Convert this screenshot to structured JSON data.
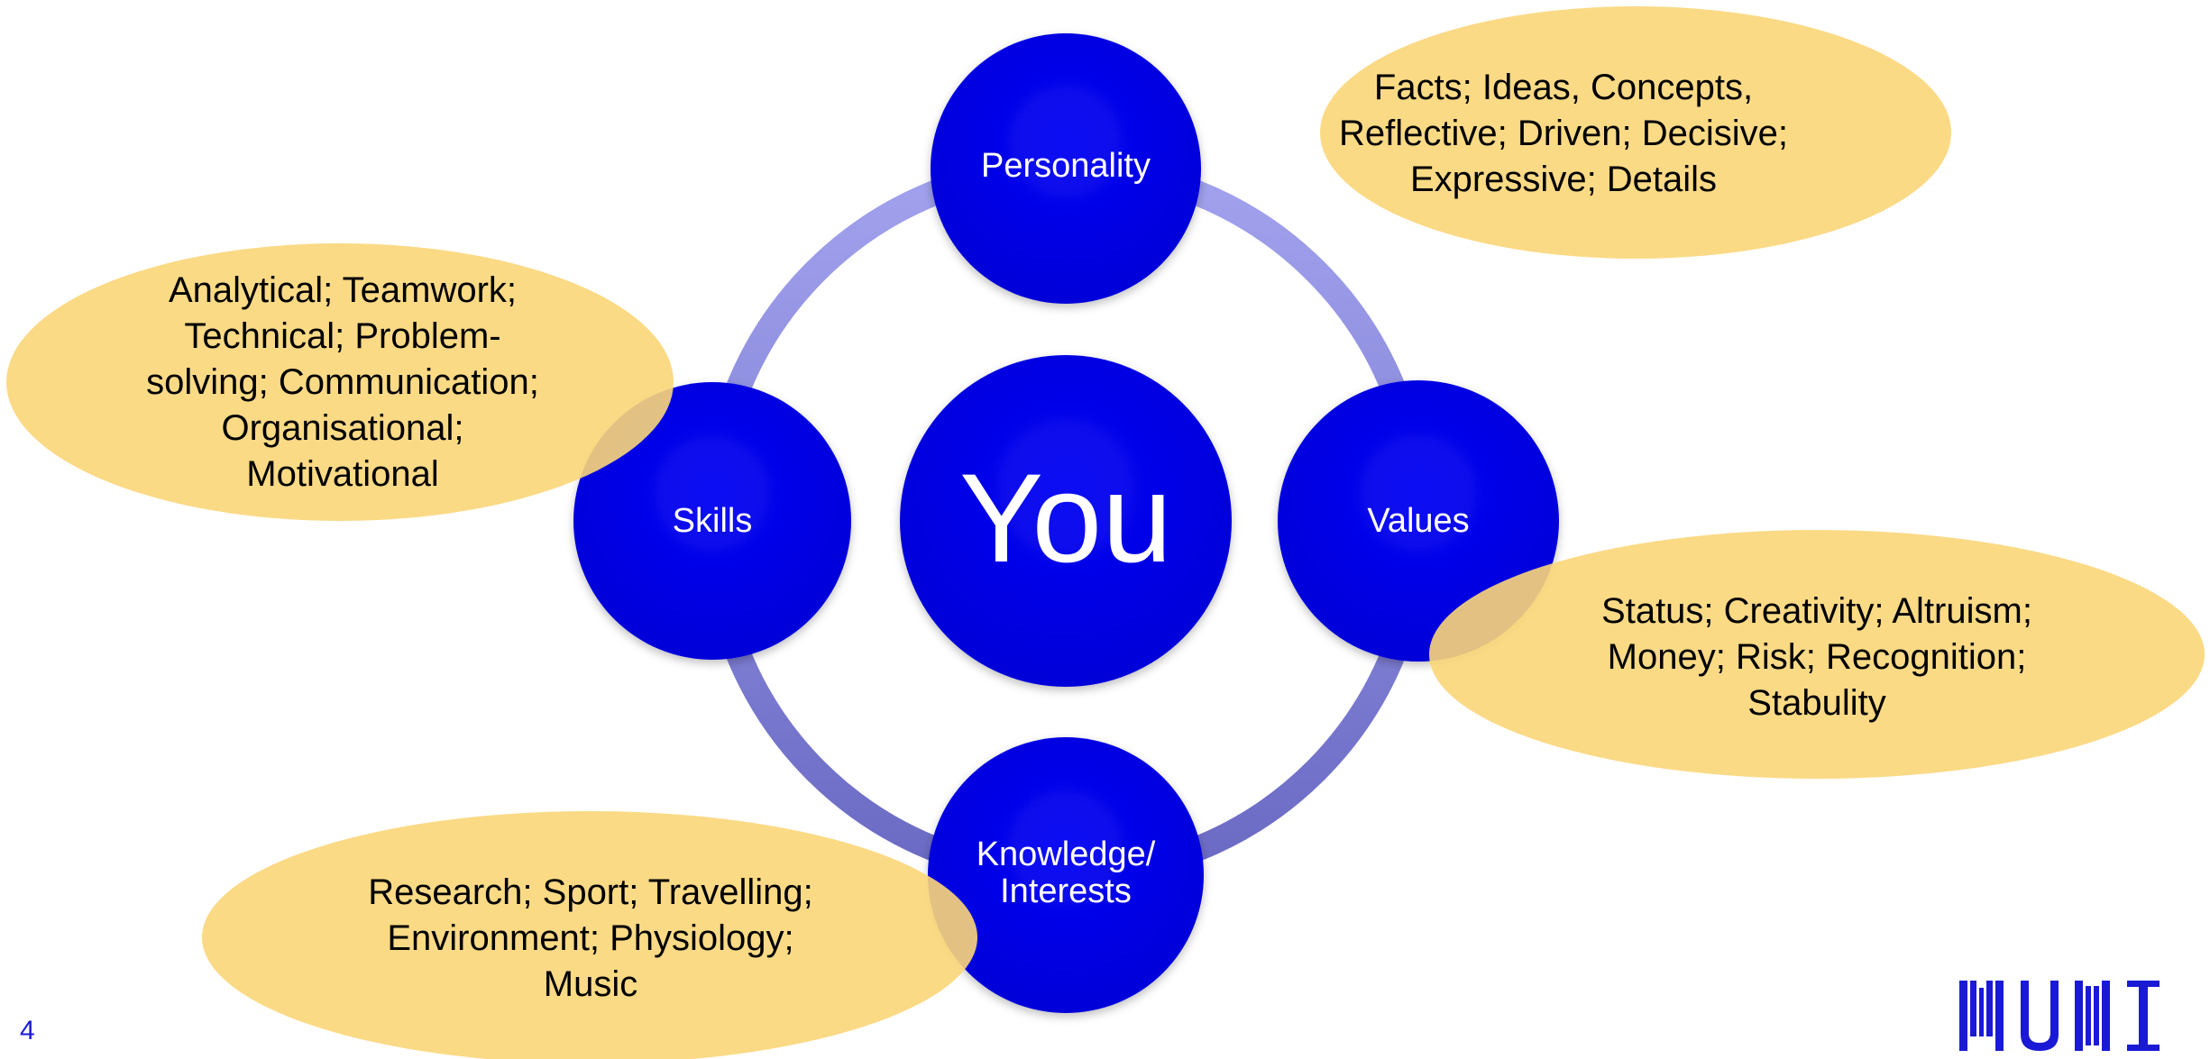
{
  "center": {
    "label": "You"
  },
  "nodes": {
    "personality": {
      "label": "Personality"
    },
    "skills": {
      "label": "Skills"
    },
    "values": {
      "label": "Values"
    },
    "knowledge": {
      "label": "Knowledge/\nInterests"
    }
  },
  "callouts": {
    "personality": {
      "text": "Facts; Ideas, Concepts,\nReflective; Driven; Decisive;\nExpressive; Details"
    },
    "skills": {
      "text": "Analytical; Teamwork;\nTechnical; Problem-\nsolving; Communication;\nOrganisational;\nMotivational"
    },
    "values": {
      "text": "Status; Creativity; Altruism;\nMoney; Risk; Recognition;\nStabulity"
    },
    "knowledge": {
      "text": "Research; Sport; Travelling;\nEnvironment; Physiology;\nMusic"
    }
  },
  "footer": {
    "page_number": "4",
    "logo_text": "MUNI"
  },
  "colors": {
    "circle_fill": "#0000e6",
    "ring": "#8c8cdf",
    "callout_fill": "#fbd679"
  }
}
